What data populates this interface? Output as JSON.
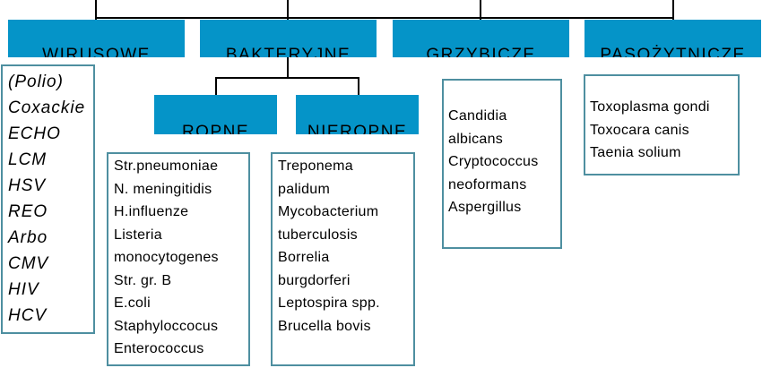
{
  "headers": {
    "wirusowe": "WIRUSOWE",
    "bakteryjne": "BAKTERYJNE",
    "grzybicze": "GRZYBICZE",
    "pasozytnicze": "PASOŻYTNICZE",
    "ropne": "ROPNE",
    "nieropne": "NIEROPNE"
  },
  "viral_items": [
    "(Polio)",
    "Coxackie",
    "ECHO",
    "LCM",
    "HSV",
    "REO",
    "Arbo",
    "CMV",
    "HIV",
    "HCV"
  ],
  "ropne_items": [
    "Str.pneumoniae",
    "N. meningitidis",
    "H.influenze",
    "Listeria",
    "monocytogenes",
    "Str. gr. B",
    "E.coli",
    "Staphyloccocus",
    "Enterococcus"
  ],
  "nieropne_items": [
    "Treponema",
    "palidum",
    "Mycobacterium",
    "tuberculosis",
    "Borrelia",
    "burgdorferi",
    "Leptospira spp.",
    "Brucella bovis"
  ],
  "fungal_items": [
    "Candidia",
    "albicans",
    "Cryptococcus",
    "neoformans",
    "Aspergillus"
  ],
  "parasitic_items": [
    "Toxoplasma gondi",
    "Toxocara canis",
    "Taenia solium"
  ],
  "colors": {
    "header_fill": "#0594c8",
    "box_border": "#4e8fa0",
    "connector": "#000000"
  }
}
